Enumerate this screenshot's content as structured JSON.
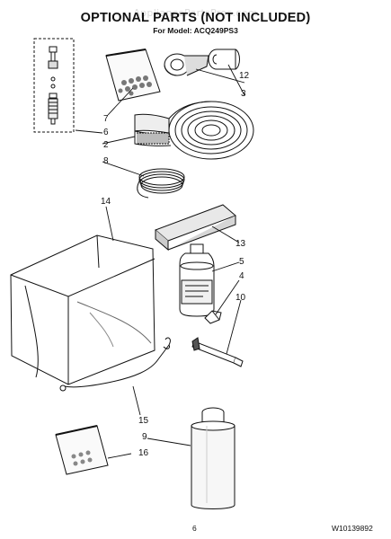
{
  "header": {
    "title": "OPTIONAL PARTS (NOT INCLUDED)",
    "subtitle": "For Model: ACQ249PS3",
    "watermark": "AppliancePartsPros.com"
  },
  "callouts": [
    "12",
    "3",
    "7",
    "6",
    "2",
    "8",
    "14",
    "13",
    "5",
    "4",
    "10",
    "15",
    "9",
    "16"
  ],
  "footer": {
    "page_number": "6",
    "document_number": "W10139892"
  }
}
